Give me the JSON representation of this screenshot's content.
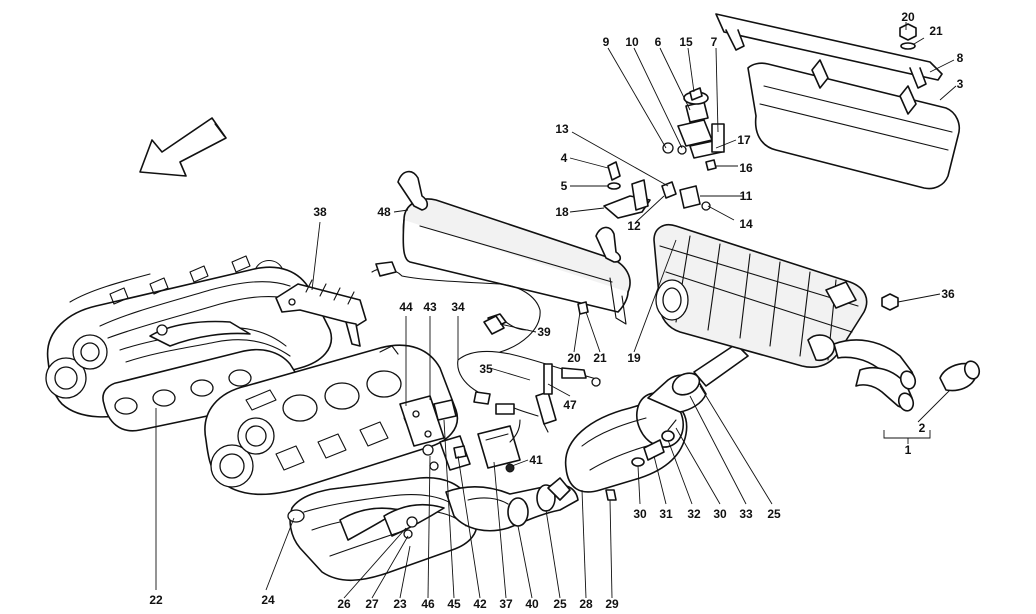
{
  "callouts": {
    "c1": "1",
    "c2": "2",
    "c3": "3",
    "c4": "4",
    "c5": "5",
    "c6": "6",
    "c7": "7",
    "c8": "8",
    "c9": "9",
    "c10": "10",
    "c11": "11",
    "c12": "12",
    "c13": "13",
    "c14": "14",
    "c15": "15",
    "c16": "16",
    "c17": "17",
    "c18": "18",
    "c19": "19",
    "c20a": "20",
    "c20b": "20",
    "c21a": "21",
    "c21b": "21",
    "c22": "22",
    "c23": "23",
    "c24": "24",
    "c25a": "25",
    "c25b": "25",
    "c26": "26",
    "c27": "27",
    "c28": "28",
    "c29": "29",
    "c30a": "30",
    "c30b": "30",
    "c31": "31",
    "c32": "32",
    "c33": "33",
    "c34": "34",
    "c35": "35",
    "c36": "36",
    "c37": "37",
    "c38": "38",
    "c39": "39",
    "c40": "40",
    "c41": "41",
    "c42": "42",
    "c43": "43",
    "c44": "44",
    "c45": "45",
    "c46": "46",
    "c47": "47",
    "c48": "48"
  },
  "icons": {
    "direction_arrow": "arrow-icon"
  }
}
